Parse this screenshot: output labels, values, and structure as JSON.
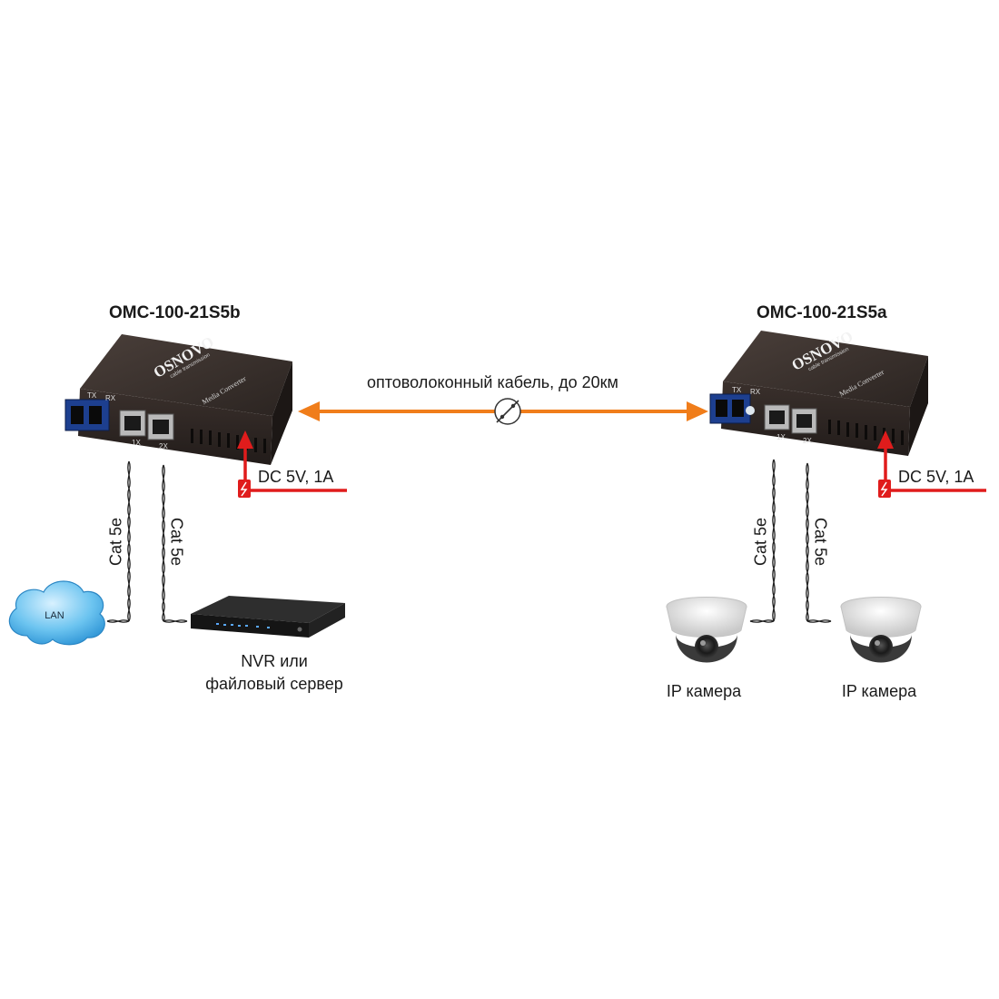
{
  "converters": {
    "left": {
      "model": "OMC-100-21S5b",
      "brand": "OSNOVO",
      "brand_sub": "cable transmission",
      "label_media": "Media Converter",
      "tx": "TX",
      "rx": "RX",
      "port1": "1X",
      "port2": "2X"
    },
    "right": {
      "model": "OMC-100-21S5a",
      "brand": "OSNOVO",
      "brand_sub": "cable transmission",
      "label_media": "Media Converter",
      "tx": "TX",
      "rx": "RX",
      "port1": "1X",
      "port2": "2X"
    }
  },
  "fiber": {
    "label": "оптоволоконный кабель, до 20км",
    "color": "#f07d1a"
  },
  "power": {
    "left": "DC 5V, 1A",
    "right": "DC 5V, 1A",
    "color": "#e01c1c"
  },
  "cables": {
    "left_a": "Cat 5e",
    "left_b": "Cat 5e",
    "right_a": "Cat 5e",
    "right_b": "Cat 5e"
  },
  "devices": {
    "lan": "LAN",
    "nvr_line1": "NVR или",
    "nvr_line2": "файловый сервер",
    "camera1": "IP камера",
    "camera2": "IP камера"
  }
}
